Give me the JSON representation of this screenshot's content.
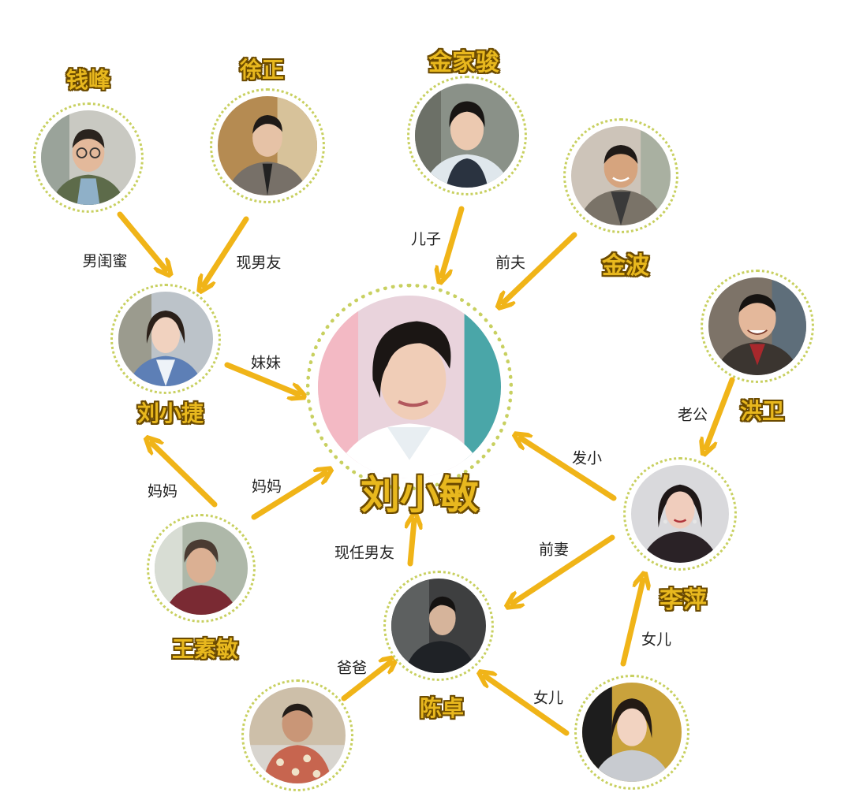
{
  "colors": {
    "arrow": "#f0b418",
    "name_fill": "#e8b81e",
    "name_outline": "#6b4a00",
    "ring": "#c8d060",
    "label_text": "#222222"
  },
  "center": {
    "name": "刘小敏"
  },
  "people": {
    "qianfeng": "钱峰",
    "xuzheng": "徐正",
    "jinjiajun": "金家骏",
    "jinbo": "金波",
    "liuxiaojie": "刘小捷",
    "hongwei": "洪卫",
    "wangsumin": "王素敏",
    "liping": "李萍",
    "chenzhuo": "陈卓"
  },
  "relations": {
    "qianfeng_to_liuxiaojie": "男闺蜜",
    "xuzheng_to_liuxiaojie": "现男友",
    "jinjiajun_to_center": "儿子",
    "jinbo_to_center": "前夫",
    "liuxiaojie_to_center": "妹妹",
    "hongwei_to_liping": "老公",
    "liping_to_center": "发小",
    "wangsumin_to_liuxiaojie": "妈妈",
    "wangsumin_to_center": "妈妈",
    "chenzhuo_to_center": "现任男友",
    "liping_to_chenzhuo": "前妻",
    "father_to_chenzhuo": "爸爸",
    "daughter_to_liping": "女儿",
    "daughter_to_chenzhuo": "女儿"
  }
}
